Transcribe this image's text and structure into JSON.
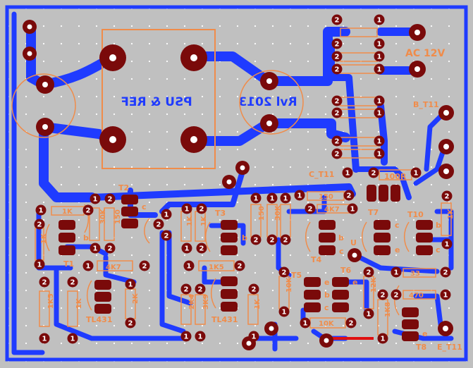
{
  "colors": {
    "background": "#c0c0c0",
    "copper": "#1f3bff",
    "pad": "#7a0a0a",
    "pad_hole": "#ffffff",
    "silkscreen": "#f08c4a",
    "grid_dot": "#ffffff"
  },
  "board": {
    "psu_label": "PSU & REF",
    "revision": "Rvl 2013"
  },
  "labels": {
    "ac_input": "AC 12V",
    "b_t11": "B_T11",
    "c_t11": "C_T11",
    "e_t11": "E_T11"
  },
  "components": {
    "t2": "T2",
    "t3": "T3",
    "t4": "T4",
    "t5": "T5",
    "t6": "T6",
    "t7": "T7",
    "t8": "T8",
    "t10": "T10",
    "t1": "T1",
    "tl431_a": "TL431",
    "tl431_b": "TL431",
    "u": "U"
  },
  "resistors": {
    "r_top": "1K",
    "r_vert_1": "30K",
    "r_vert_2": "150",
    "r_1k5": "1K5",
    "r_1k": "1K",
    "r_4k7": "4K7",
    "r_1k_mid": "1K",
    "r_1k5_mid": "1K5",
    "r_2k": "2K",
    "r_1k_lower": "1K",
    "r_2k4": "2K4",
    "r_3k9": "3K9",
    "r_low_1k5": "1K5",
    "r_low_1k": "1K",
    "r_a": "1K",
    "r_b": "1K",
    "r_150_mid": "150",
    "r_30k_mid": "30K",
    "r_150_right": "150",
    "r_4k7_right": "4K7",
    "r_1k_right_v": "1K",
    "r_100r": "100R",
    "r_33": "33",
    "r_10k_a": "10K",
    "r_10k_b": "10K",
    "r_1k8": "1K8",
    "r_12k": "12K",
    "r_6k8": "6K8",
    "r_1k_t10": "1K",
    "r_470": "470",
    "r_100": "100",
    "r_6": "6"
  },
  "pins": {
    "b": "b",
    "c": "c",
    "e": "e",
    "one": "1",
    "two": "2"
  }
}
